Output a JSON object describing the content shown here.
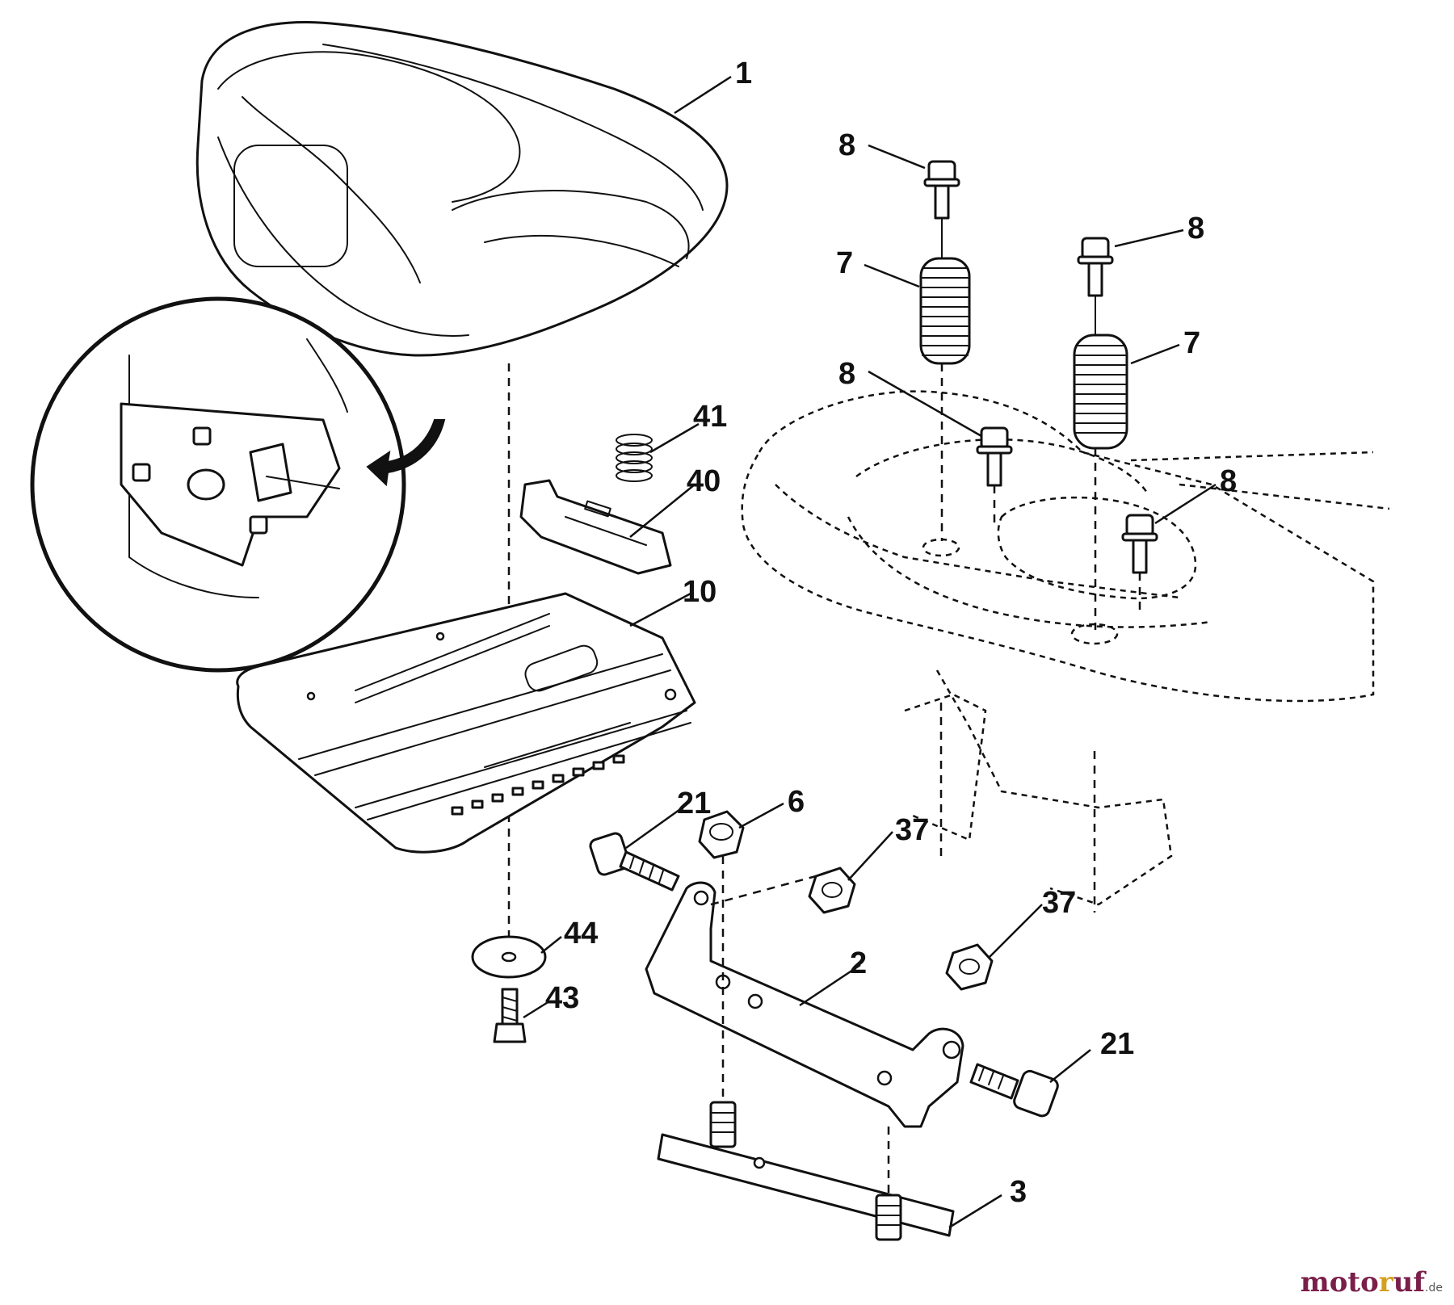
{
  "callouts": {
    "c1": "1",
    "c8a": "8",
    "c7a": "7",
    "c8b": "8",
    "c8c": "8",
    "c7b": "7",
    "c8d": "8",
    "c41": "41",
    "c40": "40",
    "c10": "10",
    "c21a": "21",
    "c6": "6",
    "c37a": "37",
    "c37b": "37",
    "c44": "44",
    "c43": "43",
    "c2": "2",
    "c21b": "21",
    "c3": "3"
  },
  "watermark": {
    "part1": "moto",
    "part2": "r",
    "part3": "uf",
    "suffix": ".de"
  },
  "colors": {
    "line": "#111111",
    "watermark_primary": "#7a1f4a",
    "watermark_accent": "#d4a020"
  }
}
